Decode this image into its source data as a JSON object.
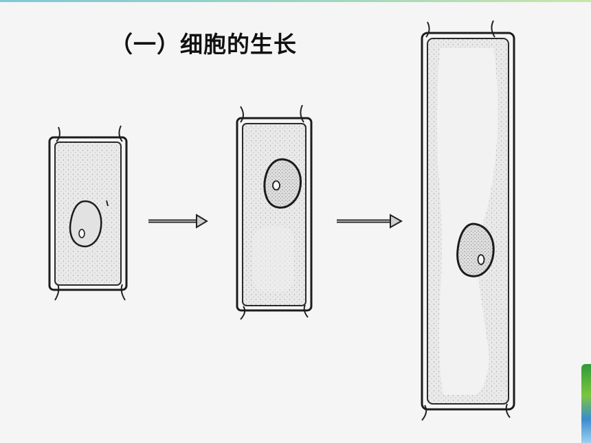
{
  "slide": {
    "title": "（一）细胞的生长"
  },
  "colors": {
    "background": "#f4f5f4",
    "ink": "#1a1a1a",
    "cytoplasm": "#e7e7e7",
    "vacuole": "#f3f3f3"
  },
  "diagram": {
    "stages": [
      {
        "id": "cell-small",
        "nucleus": "with-nucleolus"
      },
      {
        "id": "cell-medium",
        "nucleus": "with-nucleolus"
      },
      {
        "id": "cell-large",
        "nucleus": "with-nucleolus"
      }
    ],
    "arrows": 2
  }
}
